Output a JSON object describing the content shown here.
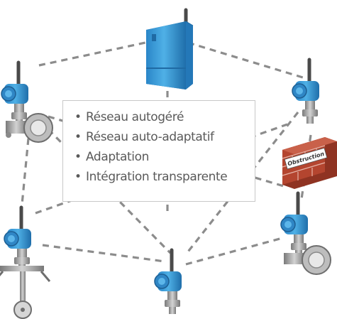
{
  "features": [
    "Réseau autogéré",
    "Réseau auto-adaptatif",
    "Adaptation",
    "Intégration transparente"
  ],
  "obstruction": {
    "label": "Obstruction"
  },
  "colors": {
    "device_blue": "#3fa0dc",
    "device_blue_dark": "#2274b0",
    "metal": "#a8a8a8",
    "metal_dark": "#6e6e6e",
    "antenna": "#4a4a4a",
    "link": "#8c8c8c",
    "text": "#5a5a5a",
    "brick": "#b4452f"
  },
  "icons": {
    "gateway": "gateway-box-icon",
    "transmitter": "wireless-transmitter-icon",
    "obstruction": "brick-wall-icon"
  }
}
